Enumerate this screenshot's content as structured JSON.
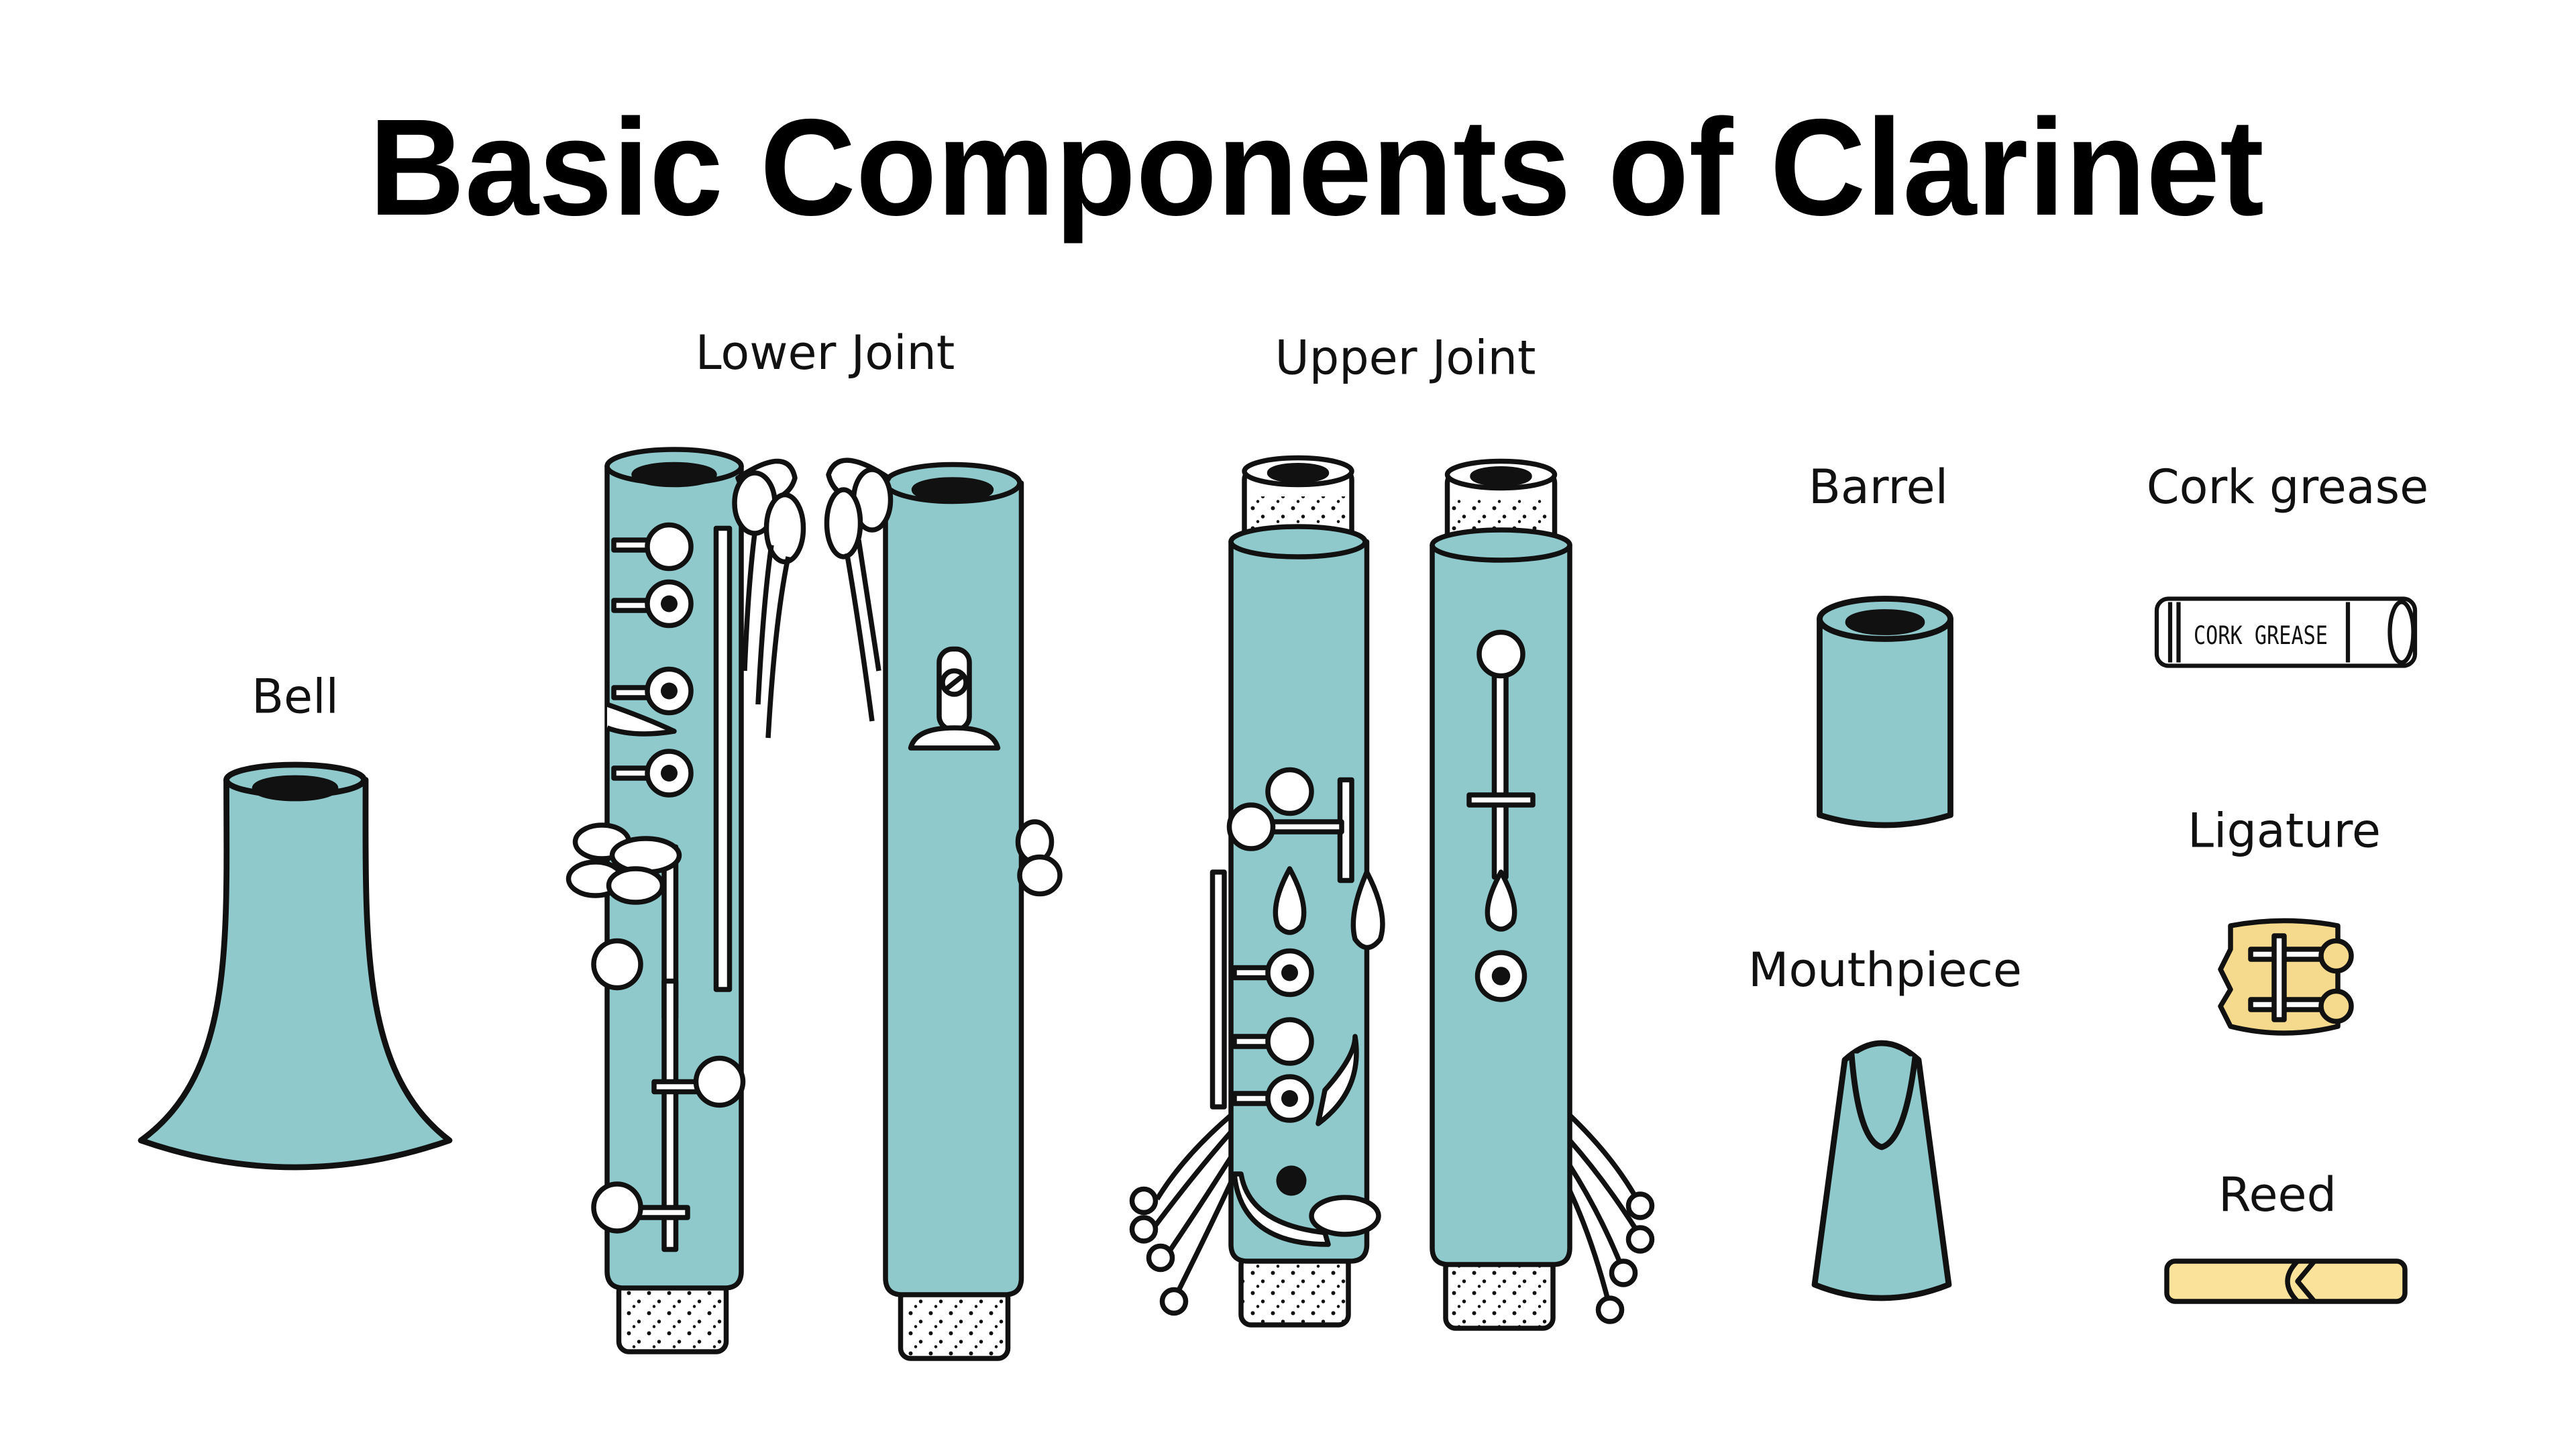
{
  "title": "Basic Components of Clarinet",
  "labels": {
    "bell": "Bell",
    "lower_joint": "Lower Joint",
    "upper_joint": "Upper Joint",
    "barrel": "Barrel",
    "mouthpiece": "Mouthpiece",
    "cork_grease": "Cork grease",
    "ligature": "Ligature",
    "reed": "Reed"
  },
  "cork_grease_stick_text": "CORK GREASE",
  "colors": {
    "body": "#8fc9cb",
    "outline": "#111111",
    "cork": "#ffffff",
    "ligature": "#f5d98c",
    "reed": "#fbe29a",
    "background": "#ffffff"
  },
  "icons": [
    "bell-icon",
    "lower-joint-front-icon",
    "lower-joint-back-icon",
    "upper-joint-front-icon",
    "upper-joint-back-icon",
    "barrel-icon",
    "mouthpiece-icon",
    "cork-grease-icon",
    "ligature-icon",
    "reed-icon"
  ]
}
